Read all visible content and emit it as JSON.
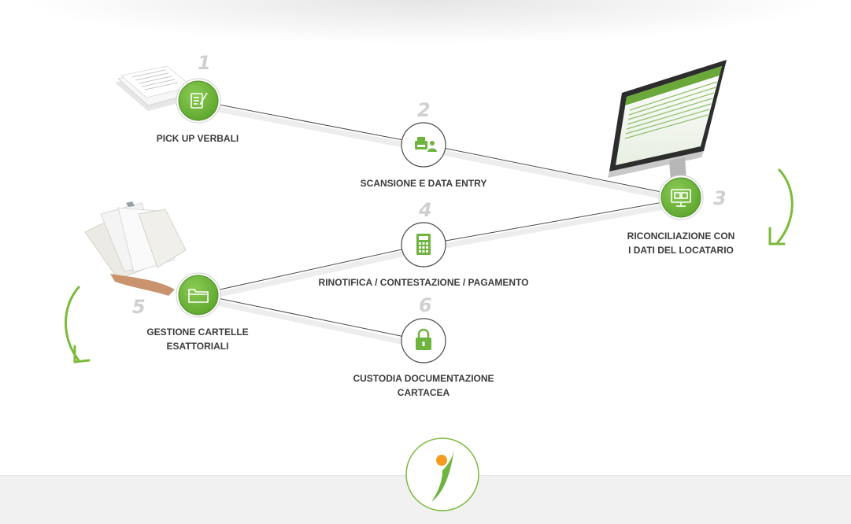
{
  "steps": [
    {
      "number": "1",
      "title": "PICK UP VERBALI",
      "icon": "document-edit-icon"
    },
    {
      "number": "2",
      "title": "SCANSIONE E DATA ENTRY",
      "icon": "scanner-user-icon"
    },
    {
      "number": "3",
      "title_line1": "RICONCILIAZIONE CON",
      "title_line2": "I DATI DEL LOCATARIO",
      "icon": "monitor-icon"
    },
    {
      "number": "4",
      "title": "RINOTIFICA / CONTESTAZIONE / PAGAMENTO",
      "icon": "calculator-icon"
    },
    {
      "number": "5",
      "title_line1": "GESTIONE CARTELLE",
      "title_line2": "ESATTORIALI",
      "icon": "folder-icon"
    },
    {
      "number": "6",
      "title_line1": "CUSTODIA DOCUMENTAZIONE",
      "title_line2": "CARTACEA",
      "icon": "lock-icon"
    }
  ],
  "colors": {
    "accent_green": "#6fb43f",
    "dark_green": "#4d8f28",
    "arrow_green": "#7cba3a",
    "logo_orange": "#f39c1f",
    "line": "#4a4a4a"
  }
}
